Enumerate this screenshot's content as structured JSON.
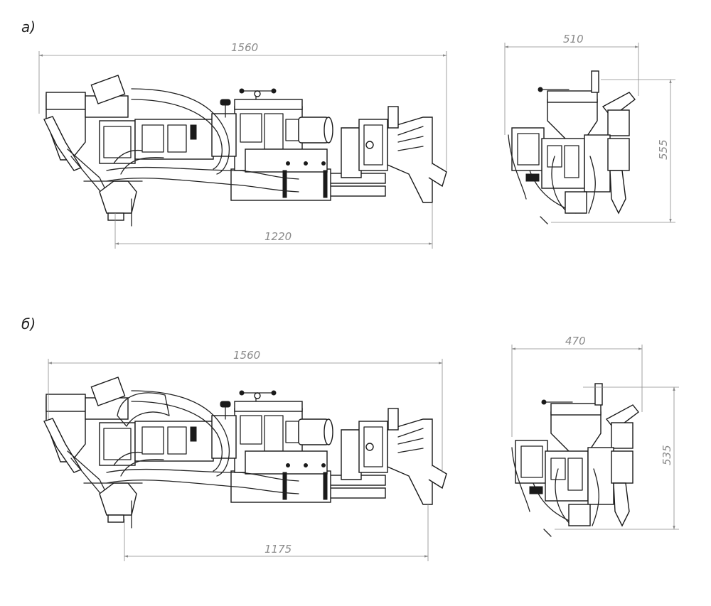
{
  "views": {
    "a": {
      "label": "а)",
      "side_length": "1560",
      "side_base": "1220",
      "front_width": "510",
      "front_height": "555"
    },
    "b": {
      "label": "б)",
      "side_length": "1560",
      "side_base": "1175",
      "front_width": "470",
      "front_height": "535"
    }
  },
  "colors": {
    "line": "#222222",
    "dimension": "#8a8a8a",
    "background": "#ffffff"
  }
}
